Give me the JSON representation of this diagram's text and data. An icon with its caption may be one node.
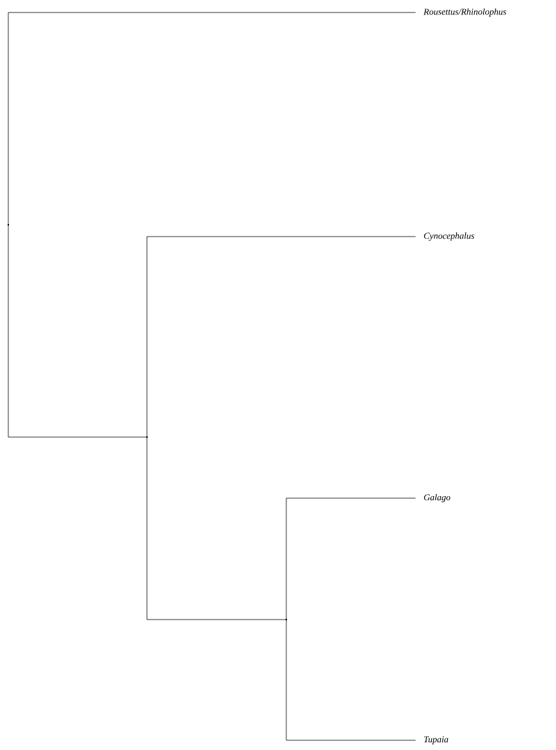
{
  "diagram": {
    "nodes": [
      {
        "text": [
          "Rousettus/Rhinolophus"
        ]
      },
      {
        "text": [
          "Cynocephalus"
        ]
      },
      {
        "text": [
          "Galago"
        ]
      },
      {
        "text": [
          "Tupaia"
        ]
      },
      {
        "text": [],
        "shape": "junction"
      },
      {
        "text": [],
        "shape": "junction"
      },
      {
        "text": [],
        "shape": "junction"
      }
    ],
    "edges": [
      {
        "from": 4,
        "to": 0,
        "arrow": "none"
      },
      {
        "from": 4,
        "to": 5,
        "arrow": "none"
      },
      {
        "from": 5,
        "to": 1,
        "arrow": "none"
      },
      {
        "from": 5,
        "to": 6,
        "arrow": "none"
      },
      {
        "from": 6,
        "to": 2,
        "arrow": "none"
      },
      {
        "from": 6,
        "to": 3,
        "arrow": "none"
      }
    ]
  }
}
